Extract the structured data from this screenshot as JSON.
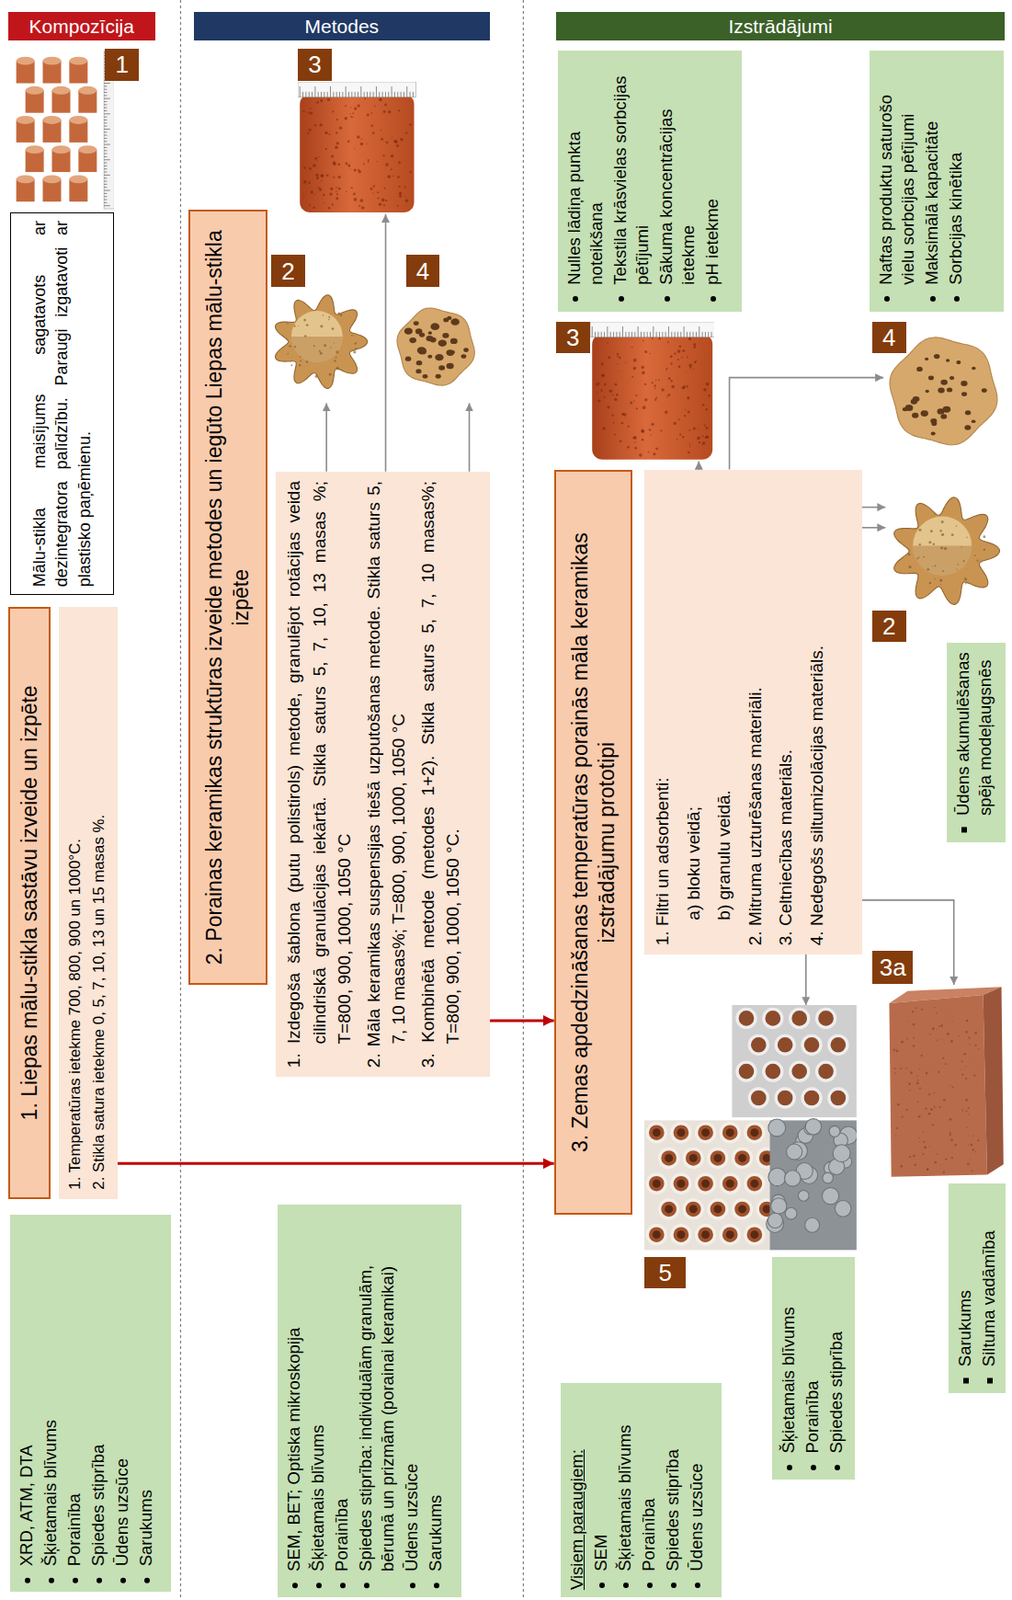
{
  "diagram": {
    "nodes": [
      {
        "text": [
          "Kompozīcija"
        ]
      },
      {
        "text": [
          "1"
        ]
      },
      {
        "text": [
          "Mālu-stikla maisījums sagatavots ar dezintegratora palīdzību. Paraugi izgatavoti ar plastisko paņēmienu."
        ]
      },
      {
        "text": [
          "1. Liepas mālu-stikla sastāvu izveide un izpēte"
        ]
      },
      {
        "text": [
          "1. Temperatūras ietekme 700, 800, 900 un 1000°C.",
          "2. Stikla satura ietekme 0, 5, 7, 10, 13 un 15 masas %."
        ]
      },
      {
        "text": [
          "XRD, ATM, DTA",
          "Šķietamais blīvums",
          "Porainība",
          "Spiedes stiprība",
          "Ūdens uzsūce",
          "Sarukums"
        ]
      },
      {
        "text": [
          "Metodes"
        ]
      },
      {
        "text": [
          "3"
        ]
      },
      {
        "text": [
          "2. Porainas keramikas struktūras izveide metodes un iegūto Liepas mālu-stikla izpēte"
        ]
      },
      {
        "text": [
          "2"
        ]
      },
      {
        "text": [
          "4"
        ]
      },
      {
        "text": [
          "1. Izdegoša šablona (putu polistirols) metode, granulējot rotācijas veida cilindriskā granulācijas iekārtā. Stikla saturs 5, 7, 10, 13 masas %; T=800, 900, 1000, 1050 °C",
          "2. Māla keramikas suspensijas tiešā uzputošanas metode. Stikla saturs 5, 7, 10 masas%; T=800, 900, 1000, 1050 °C",
          "3. Kombinētā metode (metodes 1+2). Stikla saturs 5, 7, 10 masas%; T=800, 900, 1000, 1050 °C."
        ]
      },
      {
        "text": [
          "SEM, BET; Optiska mikroskopija",
          "Šķietamais blīvums",
          "Porainība",
          "Spiedes stiprība: individuālām granulām, bērumā un prizmām (porainai keramikai)",
          "Ūdens uzsūce",
          "Sarukums"
        ]
      },
      {
        "text": [
          "Izstrādājumi"
        ]
      },
      {
        "text": [
          "Nulles lādiņa punkta noteikšana",
          "Tekstila krāsvielas sorbcijas pētījumi",
          "Sākuma koncentrācijas ietekme",
          "pH ietekme"
        ]
      },
      {
        "text": [
          "Naftas produktu saturošo vielu sorbcijas pētījumi",
          "Maksimālā kapacitāte",
          "Sorbcijas kinētika"
        ]
      },
      {
        "text": [
          "3"
        ]
      },
      {
        "text": [
          "4"
        ]
      },
      {
        "text": [
          "3. Zemas apdedzināšanas temperatūras porainās māla keramikas izstrādājumu prototipi"
        ]
      },
      {
        "text": [
          "1. Filtri un adsorbenti:",
          "a) bloku veidā;",
          "b) granulu veidā.",
          "2. Mitruma uzturēšanas materiāli.",
          "3. Celtniecības materiāls.",
          "4. Nedegošs siltumizolācijas materiāls."
        ]
      },
      {
        "text": [
          "2"
        ]
      },
      {
        "text": [
          "Ūdens akumulēšanas spēja modeļaugsnēs"
        ]
      },
      {
        "text": [
          "5"
        ]
      },
      {
        "text": [
          "3a"
        ]
      },
      {
        "text": [
          "Šķietamais blīvums",
          "Porainība",
          "Spiedes stiprība"
        ]
      },
      {
        "text": [
          "Sarukums",
          "Siltuma vadāmība"
        ]
      },
      {
        "text": [
          "Visiem paraugiem:",
          "SEM",
          "Šķietamais blīvums",
          "Porainība",
          "Spiedes stiprība",
          "Ūdens uzsūce"
        ]
      }
    ],
    "edges": [
      {
        "from": 4,
        "to": 18,
        "arrow": "to"
      },
      {
        "from": 11,
        "to": 7,
        "arrow": "to"
      },
      {
        "from": 11,
        "to": 9,
        "arrow": "to"
      },
      {
        "from": 11,
        "to": 10,
        "arrow": "to"
      },
      {
        "from": 11,
        "to": 18,
        "arrow": "to"
      },
      {
        "from": 19,
        "to": 16,
        "arrow": "to"
      },
      {
        "from": 19,
        "to": 17,
        "arrow": "to"
      },
      {
        "from": 19,
        "to": 20,
        "arrow": "to"
      },
      {
        "from": 19,
        "to": 20,
        "arrow": "to"
      },
      {
        "from": 19,
        "to": 22,
        "arrow": "to"
      },
      {
        "from": 19,
        "to": 23,
        "arrow": "to"
      }
    ]
  }
}
